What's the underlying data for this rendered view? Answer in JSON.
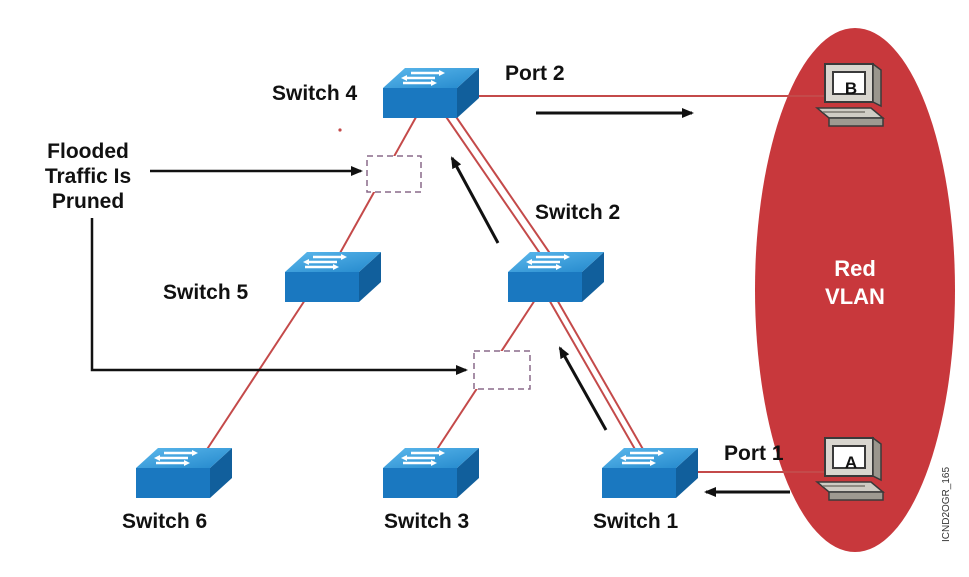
{
  "switches": [
    {
      "id": "switch-4",
      "label": "Switch 4"
    },
    {
      "id": "switch-5",
      "label": "Switch 5"
    },
    {
      "id": "switch-2",
      "label": "Switch 2"
    },
    {
      "id": "switch-6",
      "label": "Switch 6"
    },
    {
      "id": "switch-3",
      "label": "Switch 3"
    },
    {
      "id": "switch-1",
      "label": "Switch 1"
    }
  ],
  "ports": {
    "port2": "Port 2",
    "port1": "Port 1"
  },
  "hosts": {
    "a": "A",
    "b": "B"
  },
  "vlan": {
    "line1": "Red",
    "line2": "VLAN",
    "color": "#c8383c"
  },
  "pruned_note": {
    "line1": "Flooded",
    "line2": "Traffic Is",
    "line3": "Pruned"
  },
  "figure_id": "ICND2OGR_165",
  "colors": {
    "link": "#c44a4a",
    "switch_top": "#2a93d5",
    "switch_side": "#1570b8",
    "arrow": "#111111"
  }
}
